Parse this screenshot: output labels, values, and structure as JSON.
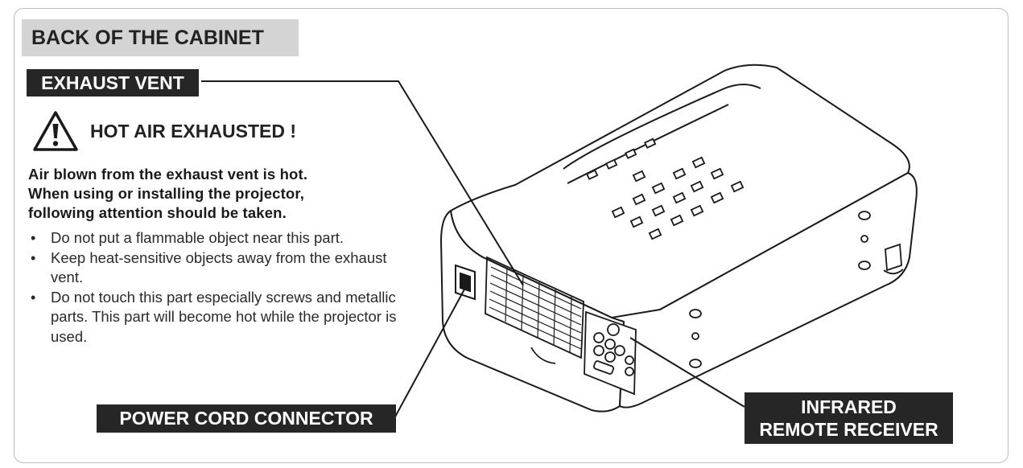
{
  "section_title": "BACK OF THE CABINET",
  "labels": {
    "exhaust_vent": "EXHAUST VENT",
    "power_cord": "POWER CORD CONNECTOR",
    "infrared_line1": "INFRARED",
    "infrared_line2": "REMOTE RECEIVER"
  },
  "warning": {
    "title": "HOT AIR EXHAUSTED !",
    "icon": "warning-triangle-icon"
  },
  "intro_lines": [
    "Air blown from the exhaust vent is hot.",
    "When using or installing the projector,",
    "following attention should be taken."
  ],
  "bullets": [
    "Do not put a flammable object near this part.",
    "Keep heat-sensitive objects away from the exhaust vent.",
    "Do not touch this part especially screws and metallic parts.  This part will become hot while the projector is used."
  ],
  "colors": {
    "label_bg": "#262626",
    "title_bg": "#d4d4d4",
    "line": "#1a1a1a"
  }
}
